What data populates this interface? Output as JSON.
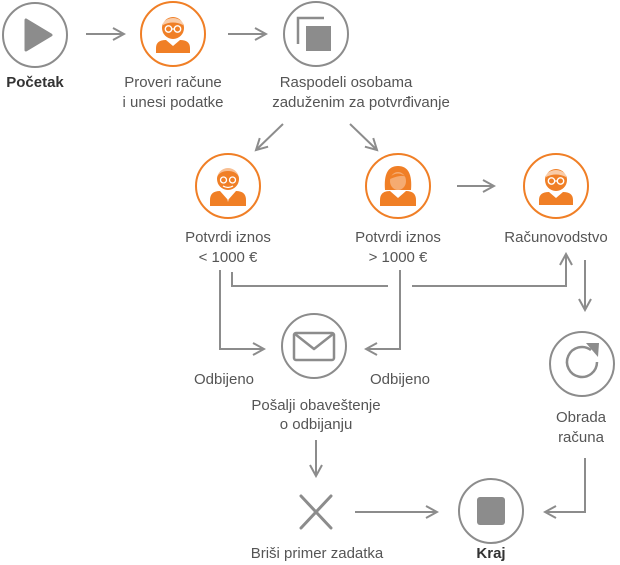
{
  "colors": {
    "accent": "#f07f26",
    "gray": "#8c8c8c",
    "text": "#555555"
  },
  "nodes": {
    "start": {
      "label": "Početak",
      "icon": "play-icon"
    },
    "check": {
      "label1": "Proveri račune",
      "label2": "i unesi podatke",
      "icon": "person-glasses-icon"
    },
    "assign": {
      "label1": "Raspodeli osobama",
      "label2": "zaduženim za potvrđivanje",
      "icon": "copy-icon"
    },
    "approve_low": {
      "label1": "Potvrdi iznos",
      "label2": "< 1000 €",
      "icon": "person-elder-icon"
    },
    "approve_high": {
      "label1": "Potvrdi iznos",
      "label2": "> 1000 €",
      "icon": "person-woman-icon"
    },
    "accounting": {
      "label": "Računovodstvo",
      "icon": "person-glasses-icon"
    },
    "notify": {
      "label1": "Pošalji obaveštenje",
      "label2": "o odbijanju",
      "icon": "envelope-icon"
    },
    "process": {
      "label1": "Obrada",
      "label2": "računa",
      "icon": "refresh-icon"
    },
    "delete": {
      "label": "Briši primer zadatka",
      "icon": "close-x-icon"
    },
    "end": {
      "label": "Kraj",
      "icon": "stop-icon"
    }
  },
  "edges": {
    "rejected_left": "Odbijeno",
    "rejected_right": "Odbijeno"
  }
}
